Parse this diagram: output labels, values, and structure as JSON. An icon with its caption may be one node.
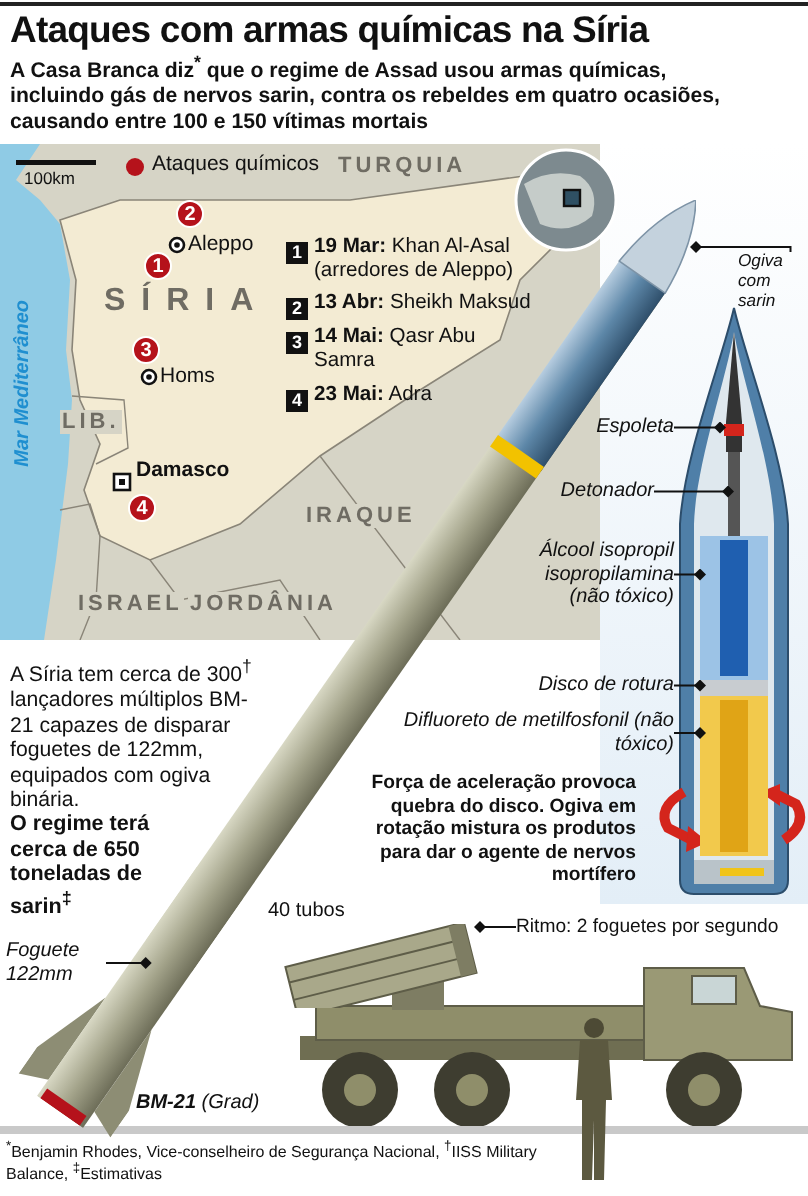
{
  "diagram": {
    "title": "Ataques com armas químicas na Síria",
    "nodes": [
      {
        "text": [
          "Ogiva com sarin"
        ]
      },
      {
        "text": [],
        "shape": "picture"
      },
      {
        "text": [
          "Espoleta"
        ]
      },
      {
        "text": [],
        "shape": "picture"
      },
      {
        "text": [
          "Detonador"
        ]
      },
      {
        "text": [],
        "shape": "bar"
      },
      {
        "text": [
          "Álcool isopropil isopropilamina (não tóxico)"
        ]
      },
      {
        "text": [],
        "shape": "picture"
      },
      {
        "text": [
          "Disco de rotura"
        ]
      },
      {
        "text": [],
        "shape": "bar"
      },
      {
        "text": [
          "Difluoreto de metilfosfonil (não tóxico)"
        ]
      },
      {
        "text": [],
        "shape": "picture"
      },
      {
        "text": [
          "Foguete 122mm"
        ]
      },
      {
        "text": [],
        "shape": "picture"
      },
      {
        "text": [
          "Ritmo: 2 foguetes por segundo"
        ]
      },
      {
        "text": [],
        "shape": "picture"
      }
    ],
    "edges": [
      {
        "from": 0,
        "to": 1,
        "arrow": "other"
      },
      {
        "from": 2,
        "to": 3,
        "arrow": "other"
      },
      {
        "from": 4,
        "to": 5,
        "arrow": "other"
      },
      {
        "from": 6,
        "to": 7,
        "arrow": "other"
      },
      {
        "from": 8,
        "to": 9,
        "arrow": "other"
      },
      {
        "from": 10,
        "to": 11,
        "arrow": "other"
      },
      {
        "from": 12,
        "to": 13,
        "arrow": "other"
      },
      {
        "from": 14,
        "to": 15,
        "arrow": "other"
      }
    ],
    "labels": [
      "A Casa Branca diz$^{*}$ que o regime de Assad usou armas químicas, incluindo gás de nervos sarin, contra os rebeldes em quatro ocasiões, causando entre 100 e 150 vítimas mortais",
      "100km",
      "TURQUIA",
      "2",
      "Aleppo",
      "1",
      "SÍRIA",
      "3",
      "Homs",
      "Mar Mediterrâneo",
      "LIB.",
      "Damasco",
      "4",
      "IRAQUE",
      "ISRAEL",
      "JORDÂNIA",
      "1",
      "**19 Mar:** Khan Al-Asal (arredores de Aleppo)",
      "2",
      "**13 Abr:** Sheikh Maksud",
      "3",
      "**14 Mai:** Qasr Abu Samra",
      "4",
      "**23 Mai:** Adra",
      "A Síria tem cerca de 300$^{†}$ lançadores múltiplos BM-21 capazes de disparar foguetes de 122mm, equipados com ogiva binária.",
      "O regime terá cerca de 650 toneladas de sarin$^{‡}$",
      "Força de aceleração provoca quebra do disco. Ogiva em rotação mistura os produtos para dar o agente de nervos mortífero",
      "40 tubos",
      "**BM-21** (Grad)",
      "$^{*}$Benjamin Rhodes, Vice-conselheiro de Segurança Nacional, $^{†}$IISS Military Balance, $^{‡}$Estimativas"
    ],
    "legend": [
      {
        "text": "Ataques químicos",
        "color": "#b5121b"
      }
    ]
  }
}
